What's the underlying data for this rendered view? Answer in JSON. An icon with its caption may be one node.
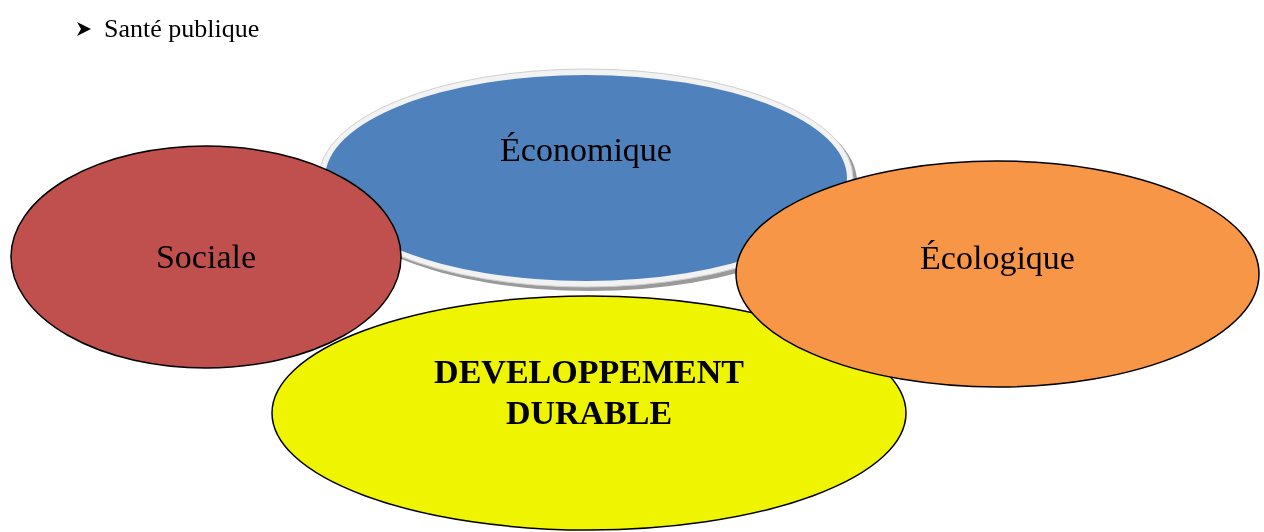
{
  "diagram": {
    "nodes": [
      {
        "text": [
          "Économique"
        ]
      },
      {
        "text": [
          "Sociale"
        ]
      },
      {
        "text": [
          "Écologique"
        ]
      },
      {
        "text": [
          "DEVELOPPEMENT DURABLE"
        ]
      }
    ],
    "labels": [
      "Santé publique"
    ]
  }
}
